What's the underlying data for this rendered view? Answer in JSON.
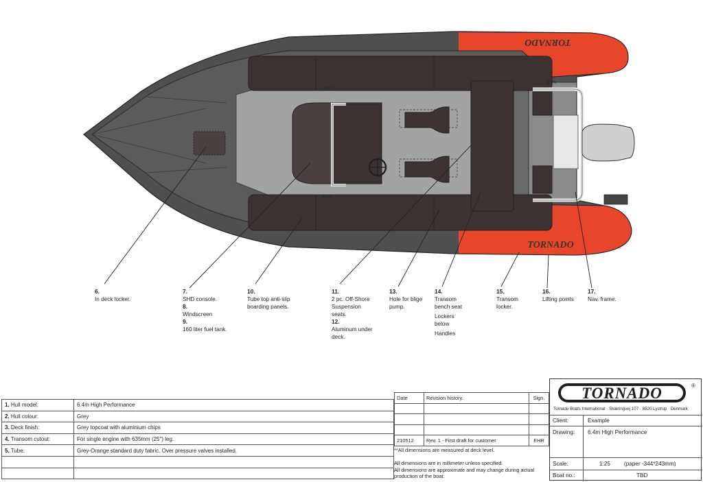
{
  "boat": {
    "brand_text": "TORNADO",
    "plates": [
      "ℝ𝕆𝕏",
      "ℝ𝕆𝕏",
      "ℝ𝕆𝕏"
    ],
    "colors": {
      "hull": "#5b5b5b",
      "deck": "#a3a3a3",
      "tube_grey": "#4f4f4f",
      "tube_orange": "#e8462a",
      "upholstery": "#3c3232",
      "rail": "#e6e6e6",
      "engine": "#cfcfcf"
    }
  },
  "callouts": [
    {
      "num": "6.",
      "lines": [
        "In deck locker."
      ]
    },
    {
      "num": "7.",
      "lines": [
        "SHD console."
      ]
    },
    {
      "num": "8.",
      "lines": [
        "Windscreen"
      ]
    },
    {
      "num": "9.",
      "lines": [
        "160 liter fuel tank."
      ]
    },
    {
      "num": "10.",
      "lines": [
        "Tube top anti-slip",
        "boarding panels."
      ]
    },
    {
      "num": "11.",
      "lines": [
        "2 pc. Off-Shore",
        "Suspension",
        "seats."
      ]
    },
    {
      "num": "12.",
      "lines": [
        "Aluminum under",
        "deck."
      ]
    },
    {
      "num": "13.",
      "lines": [
        "Hole for blige",
        "pump."
      ]
    },
    {
      "num": "14.",
      "lines": [
        "Transom",
        "bench seat",
        "Lockers",
        "below",
        "Handles"
      ]
    },
    {
      "num": "15.",
      "lines": [
        "Transom",
        "locker."
      ]
    },
    {
      "num": "16.",
      "lines": [
        "Lifting points"
      ]
    },
    {
      "num": "17.",
      "lines": [
        "Nav. frame."
      ]
    }
  ],
  "spec_table": [
    {
      "key": "1.",
      "label": "Hull model:",
      "value": "6.4m High Performance"
    },
    {
      "key": "2.",
      "label": "Hull colour:",
      "value": "Grey"
    },
    {
      "key": "3.",
      "label": "Deck finish:",
      "value": "Grey topcoat with aluminium chips"
    },
    {
      "key": "4.",
      "label": "Transom cutout:",
      "value": "For single engine with 635mm (25\") leg."
    },
    {
      "key": "5.",
      "label": "Tube:",
      "value": "Grey-Orange standard duty fabric. Over pressure valves installed."
    },
    {
      "key": "",
      "label": "",
      "value": ""
    },
    {
      "key": "",
      "label": "",
      "value": ""
    }
  ],
  "revision": {
    "headers": {
      "date": "Date",
      "history": "Revision history.",
      "sign": "Sign."
    },
    "rows": [
      {
        "date": "",
        "history": "",
        "sign": ""
      },
      {
        "date": "",
        "history": "",
        "sign": ""
      },
      {
        "date": "",
        "history": "",
        "sign": ""
      },
      {
        "date": "210512",
        "history": "Rev. 1 - First draft for customer",
        "sign": "EHR"
      }
    ],
    "note_deck": "**All dimensions are measured at deck level.",
    "note_units": "All dimensions are in millimeter unless specified.",
    "note_approx": "All dimensions are approximate and may change during actual production of the boat."
  },
  "title_block": {
    "logo": "TORNADO",
    "registered": "®",
    "address": "Tornado Boats International · Skæringvej 107 · 8520 Lystrup · Denmark",
    "client_label": "Client:",
    "client_value": "Example",
    "drawing_label": "Drawing:",
    "drawing_value": "6.4m High Performance",
    "scale_label": "Scale:",
    "scale_value": "1:25",
    "paper_value": "(paper -344*243mm)",
    "boatno_label": "Boat no.:",
    "boatno_value": "TBD"
  }
}
